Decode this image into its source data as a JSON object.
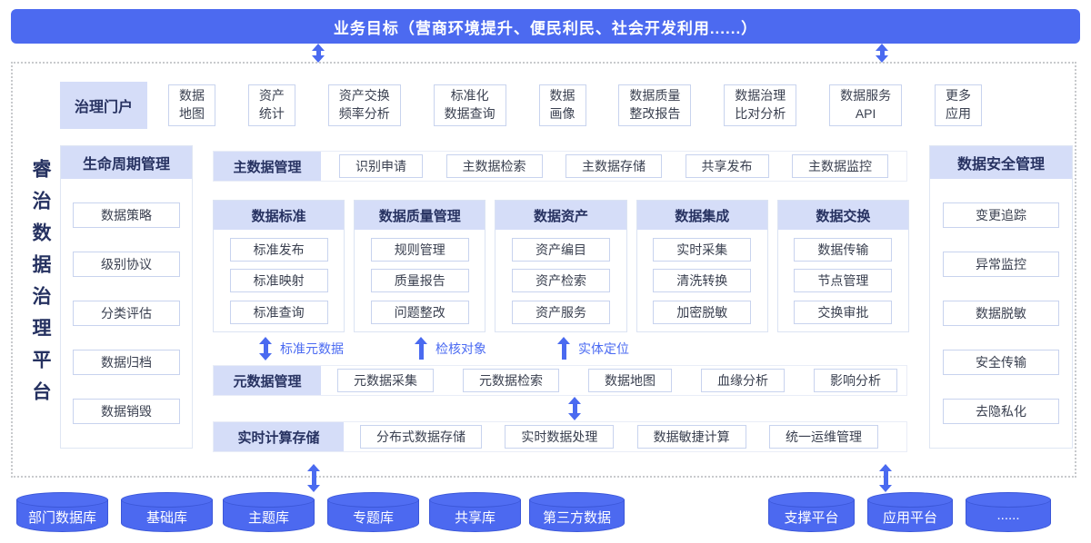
{
  "banner": {
    "title": "业务目标（营商环境提升、便民利民、社会开发利用......）"
  },
  "platform_title": "睿治数据治理平台",
  "portal": {
    "label": "治理门户",
    "items": [
      [
        "数据",
        "地图"
      ],
      [
        "资产",
        "统计"
      ],
      [
        "资产交换",
        "频率分析"
      ],
      [
        "标准化",
        "数据查询"
      ],
      [
        "数据",
        "画像"
      ],
      [
        "数据质量",
        "整改报告"
      ],
      [
        "数据治理",
        "比对分析"
      ],
      [
        "数据服务",
        "API"
      ],
      [
        "更多",
        "应用"
      ]
    ]
  },
  "lifecycle": {
    "label": "生命周期管理",
    "items": [
      "数据策略",
      "级别协议",
      "分类评估",
      "数据归档",
      "数据销毁"
    ]
  },
  "master": {
    "label": "主数据管理",
    "items": [
      "识别申请",
      "主数据检索",
      "主数据存储",
      "共享发布",
      "主数据监控"
    ]
  },
  "columns": [
    {
      "label": "数据标准",
      "items": [
        "标准发布",
        "标准映射",
        "标准查询"
      ]
    },
    {
      "label": "数据质量管理",
      "items": [
        "规则管理",
        "质量报告",
        "问题整改"
      ]
    },
    {
      "label": "数据资产",
      "items": [
        "资产编目",
        "资产检索",
        "资产服务"
      ]
    },
    {
      "label": "数据集成",
      "items": [
        "实时采集",
        "清洗转换",
        "加密脱敏"
      ]
    },
    {
      "label": "数据交换",
      "items": [
        "数据传输",
        "节点管理",
        "交换审批"
      ]
    }
  ],
  "flow_labels": [
    {
      "text": "标准元数据",
      "arrow": "double"
    },
    {
      "text": "检核对象",
      "arrow": "up"
    },
    {
      "text": "实体定位",
      "arrow": "up"
    }
  ],
  "metadata": {
    "label": "元数据管理",
    "items": [
      "元数据采集",
      "元数据检索",
      "数据地图",
      "血缘分析",
      "影响分析"
    ]
  },
  "realtime": {
    "label": "实时计算存储",
    "items": [
      "分布式数据存储",
      "实时数据处理",
      "数据敏捷计算",
      "统一运维管理"
    ]
  },
  "security": {
    "label": "数据安全管理",
    "items": [
      "变更追踪",
      "异常监控",
      "数据脱敏",
      "安全传输",
      "去隐私化"
    ]
  },
  "databases": [
    "部门数据库",
    "基础库",
    "主题库",
    "专题库",
    "共享库",
    "第三方数据"
  ],
  "platforms": [
    "支撑平台",
    "应用平台",
    "......"
  ],
  "colors": {
    "primary_blue": "#4c6af0",
    "header_bg": "#d5ddf8",
    "navy_text": "#273261",
    "box_border": "#c8d3ee",
    "cylinder_stroke": "#3b57d8"
  }
}
